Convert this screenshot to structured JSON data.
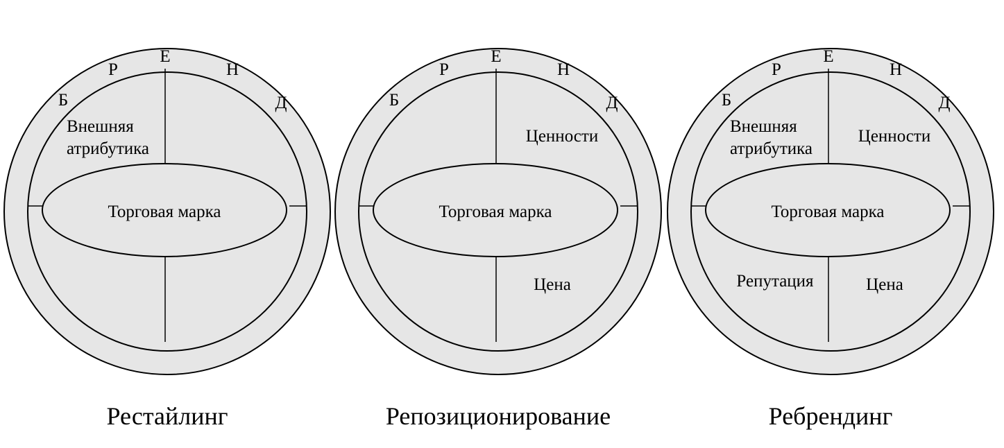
{
  "ring_letters": [
    "Б",
    "Р",
    "Е",
    "Н",
    "Д"
  ],
  "core_label": "Торговая марка",
  "diagrams": [
    {
      "caption": "Рестайлинг",
      "quadrants": {
        "top_left": [
          "Внешняя",
          "атрибутика"
        ],
        "top_right": [],
        "bottom_left": [],
        "bottom_right": []
      }
    },
    {
      "caption": "Репозиционирование",
      "quadrants": {
        "top_left": [],
        "top_right": [
          "Ценности"
        ],
        "bottom_left": [],
        "bottom_right": [
          "Цена"
        ]
      }
    },
    {
      "caption": "Ребрендинг",
      "quadrants": {
        "top_left": [
          "Внешняя",
          "атрибутика"
        ],
        "top_right": [
          "Ценности"
        ],
        "bottom_left": [
          "Репутация"
        ],
        "bottom_right": [
          "Цена"
        ]
      }
    }
  ],
  "colors": {
    "fill": "#e6e6e6",
    "stroke": "#000000",
    "background": "#ffffff"
  }
}
